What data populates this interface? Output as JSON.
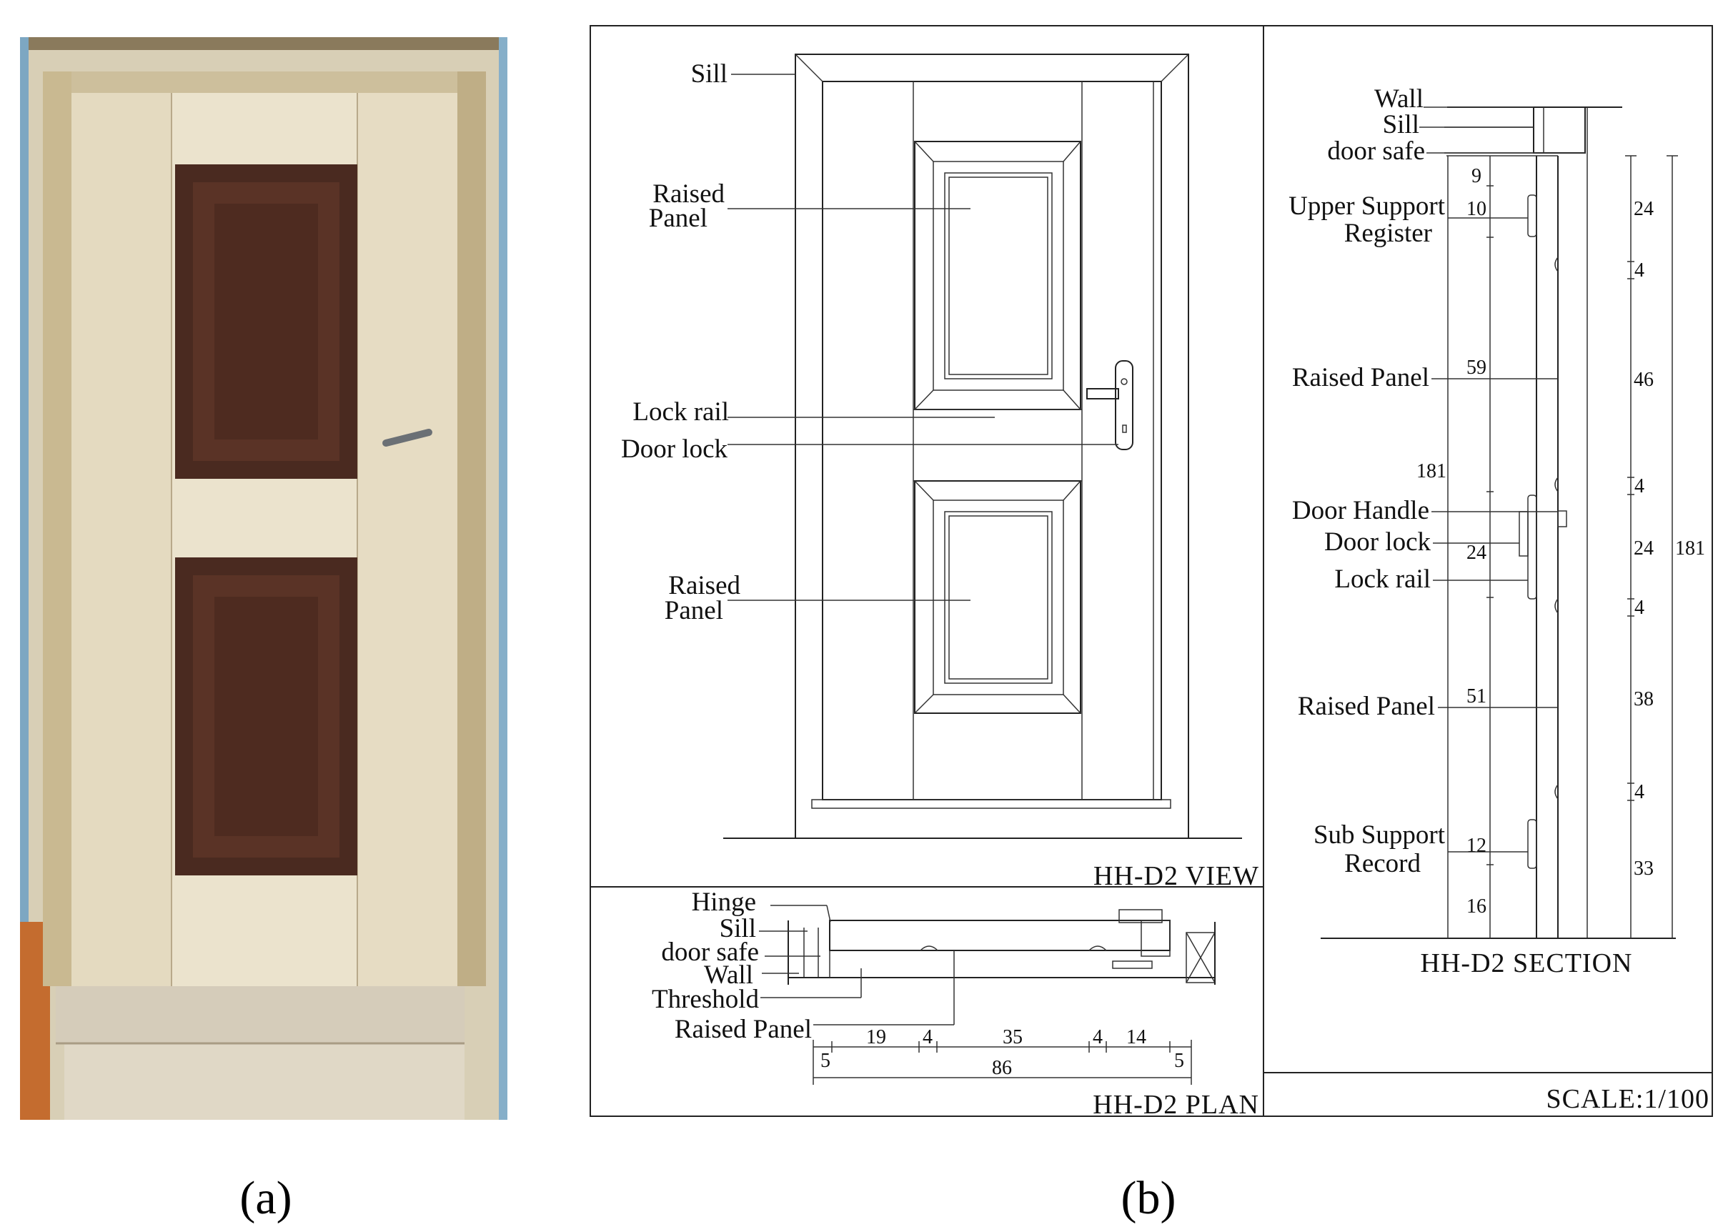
{
  "captions": {
    "a": "(a)",
    "b": "(b)"
  },
  "photo": {
    "subject": "photo-of-wooden-door"
  },
  "view": {
    "title": "HH-D2  VIEW",
    "labels": {
      "sill": "Sill",
      "raised_panel_top_1": "Raised",
      "raised_panel_top_2": "Panel",
      "lock_rail": "Lock rail",
      "door_lock": "Door lock",
      "raised_panel_bot_1": "Raised",
      "raised_panel_bot_2": "Panel"
    }
  },
  "plan": {
    "title": "HH-D2  PLAN",
    "labels": {
      "hinge": "Hinge",
      "sill": "Sill",
      "door_safe": "door safe",
      "wall": "Wall",
      "threshold": "Threshold",
      "raised_panel": "Raised Panel"
    },
    "dims": {
      "d19": "19",
      "d4a": "4",
      "d35": "35",
      "d4b": "4",
      "d14": "14",
      "d5a": "5",
      "d86": "86",
      "d5b": "5"
    }
  },
  "section": {
    "title": "HH-D2  SECTION",
    "scale": "SCALE:1/100",
    "labels": {
      "wall": "Wall",
      "sill": "Sill",
      "door_safe": "door safe",
      "upper_support_1": "Upper Support",
      "upper_support_2": "Register",
      "raised_panel_1": "Raised Panel",
      "door_handle": "Door Handle",
      "door_lock": "Door lock",
      "lock_rail": "Lock rail",
      "raised_panel_2": "Raised Panel",
      "sub_support_1": "Sub Support",
      "sub_support_2": "Record"
    },
    "dims": {
      "l9": "9",
      "l10": "10",
      "l59": "59",
      "l181": "181",
      "l24": "24",
      "l51": "51",
      "l12": "12",
      "l16": "16",
      "r24a": "24",
      "r4a": "4",
      "r46": "46",
      "r4b": "4",
      "r24b": "24",
      "r4c": "4",
      "r38": "38",
      "r4d": "4",
      "r33": "33",
      "r181": "181"
    }
  }
}
